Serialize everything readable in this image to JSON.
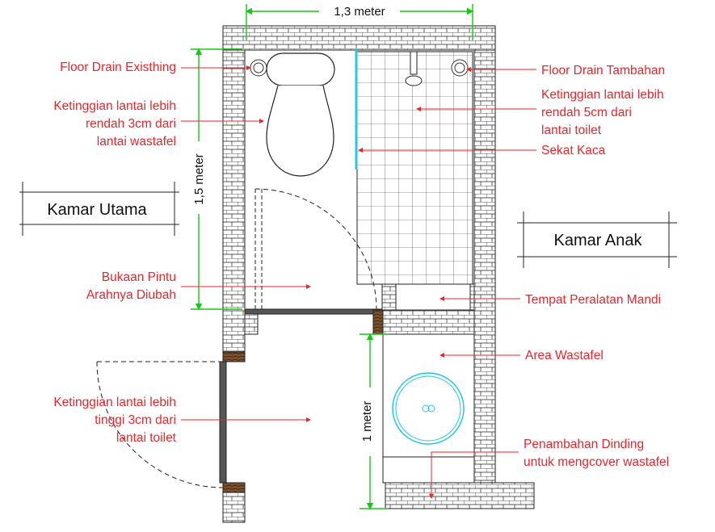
{
  "dimensions": {
    "width": "1,3 meter",
    "height_upper": "1,5 meter",
    "height_lower": "1 meter"
  },
  "rooms": {
    "left": "Kamar Utama",
    "right": "Kamar Anak"
  },
  "labels": {
    "floor_drain_existing": "Floor Drain Existhing",
    "floor_drain_new": "Floor Drain Tambahan",
    "toilet_floor": [
      "Ketinggian lantai lebih",
      "rendah 3cm dari",
      "lantai wastafel"
    ],
    "shower_floor": [
      "Ketinggian lantai lebih",
      "rendah 5cm dari",
      "lantai toilet"
    ],
    "glass_partition": "Sekat Kaca",
    "door_change": [
      "Bukaan Pintu",
      "Arahnya Diubah"
    ],
    "bath_equipment": "Tempat Peralatan Mandi",
    "sink_area": "Area Wastafel",
    "lower_floor": [
      "Ketinggian lantai lebih",
      "tinggi 3cm dari",
      "lantai toilet"
    ],
    "added_wall": [
      "Penambahan Dinding",
      "untuk mengcover wastafel"
    ]
  },
  "colors": {
    "annotation": "#e8262b",
    "dimension": "#14c814",
    "glass": "#22c8e8",
    "door_frame": "#6b4a2a"
  }
}
